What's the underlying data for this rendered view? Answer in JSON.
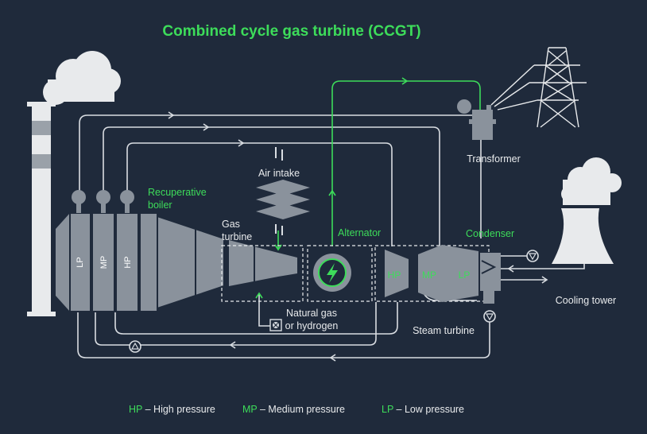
{
  "title": "Combined cycle gas turbine (CCGT)",
  "labels": {
    "recuperative_line1": "Recuperative",
    "recuperative_line2": "boiler",
    "air_intake": "Air intake",
    "gas_line1": "Gas",
    "gas_line2": "turbine",
    "alternator": "Alternator",
    "condenser": "Condenser",
    "transformer": "Transformer",
    "cooling_tower": "Cooling tower",
    "fuel_line1": "Natural gas",
    "fuel_line2": "or hydrogen",
    "steam_turbine": "Steam turbine"
  },
  "boiler_stages": [
    "LP",
    "MP",
    "HP"
  ],
  "steam_turbine_stages": [
    "HP",
    "MP",
    "LP"
  ],
  "legend": [
    {
      "abbr": "HP",
      "text": " – High pressure"
    },
    {
      "abbr": "MP",
      "text": " – Medium pressure"
    },
    {
      "abbr": "LP",
      "text": " – Low pressure"
    }
  ],
  "colors": {
    "background": "#1f2a3b",
    "accent_green": "#3ddc5a",
    "equipment_gray": "#8a929c",
    "equipment_light": "#b8bec5",
    "steam_white": "#e8eaec",
    "line_white": "#d9dde2"
  }
}
